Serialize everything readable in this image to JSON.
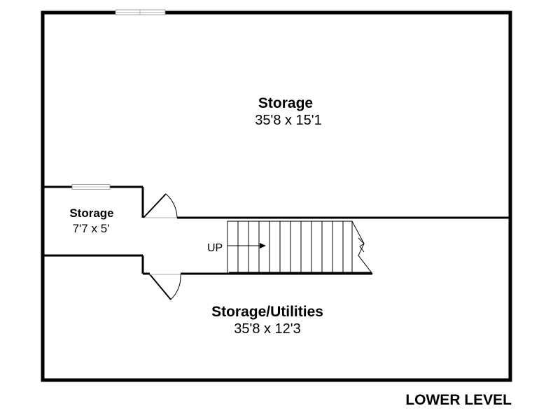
{
  "rooms": {
    "storage_main": {
      "name": "Storage",
      "dims": "35'8 x 15'1"
    },
    "storage_small": {
      "name": "Storage",
      "dims": "7'7 x 5'"
    },
    "storage_utilities": {
      "name": "Storage/Utilities",
      "dims": "35'8 x 12'3"
    }
  },
  "stairs": {
    "label": "UP"
  },
  "level_title": "LOWER LEVEL",
  "colors": {
    "wall": "#000000",
    "background": "#ffffff"
  }
}
